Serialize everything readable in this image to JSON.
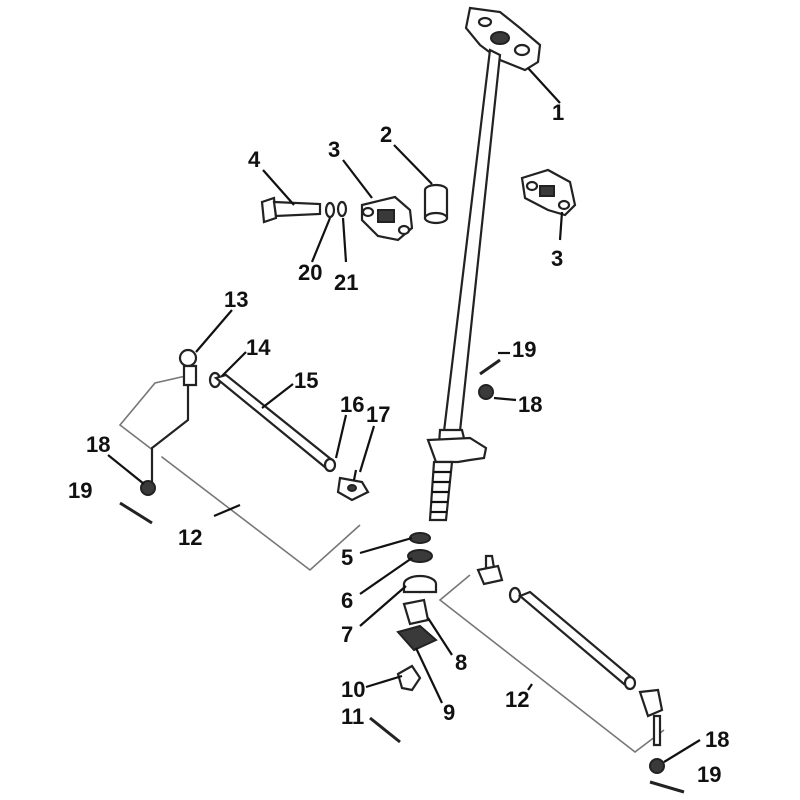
{
  "diagram": {
    "colors": {
      "line": "#222222",
      "fill": "#ffffff",
      "dark": "#3a3a3a",
      "bracket": "#777777"
    },
    "callouts": [
      {
        "id": "c1",
        "text": "1"
      },
      {
        "id": "c2",
        "text": "2"
      },
      {
        "id": "c3a",
        "text": "3"
      },
      {
        "id": "c3b",
        "text": "3"
      },
      {
        "id": "c4",
        "text": "4"
      },
      {
        "id": "c5",
        "text": "5"
      },
      {
        "id": "c6",
        "text": "6"
      },
      {
        "id": "c7",
        "text": "7"
      },
      {
        "id": "c8",
        "text": "8"
      },
      {
        "id": "c9",
        "text": "9"
      },
      {
        "id": "c10",
        "text": "10"
      },
      {
        "id": "c11",
        "text": "11"
      },
      {
        "id": "c12a",
        "text": "12"
      },
      {
        "id": "c12b",
        "text": "12"
      },
      {
        "id": "c13",
        "text": "13"
      },
      {
        "id": "c14",
        "text": "14"
      },
      {
        "id": "c15",
        "text": "15"
      },
      {
        "id": "c16",
        "text": "16"
      },
      {
        "id": "c17",
        "text": "17"
      },
      {
        "id": "c18a",
        "text": "18"
      },
      {
        "id": "c18b",
        "text": "18"
      },
      {
        "id": "c18c",
        "text": "18"
      },
      {
        "id": "c19a",
        "text": "19"
      },
      {
        "id": "c19b",
        "text": "19"
      },
      {
        "id": "c19c",
        "text": "19"
      },
      {
        "id": "c20",
        "text": "20"
      },
      {
        "id": "c21",
        "text": "21"
      }
    ]
  }
}
